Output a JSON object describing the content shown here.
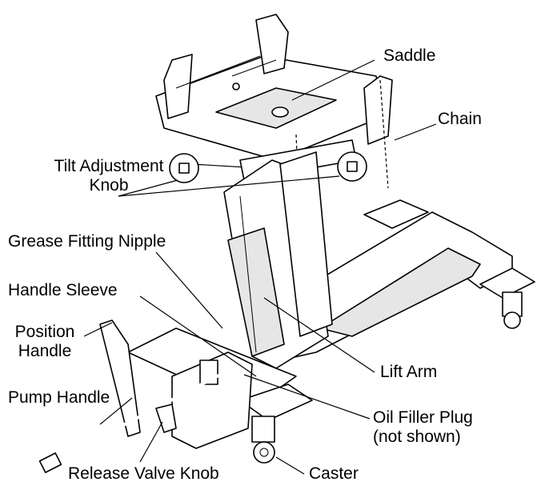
{
  "labels": {
    "saddle": "Saddle",
    "chain": "Chain",
    "tilt_line1": "Tilt Adjustment",
    "tilt_line2": "Knob",
    "grease": "Grease Fitting Nipple",
    "handle_sleeve": "Handle Sleeve",
    "position_line1": "Position",
    "position_line2": "Handle",
    "lift_arm": "Lift Arm",
    "pump_handle": "Pump Handle",
    "oil_line1": "Oil Filler Plug",
    "oil_line2": "(not shown)",
    "release_valve": "Release Valve Knob",
    "caster": "Caster"
  }
}
